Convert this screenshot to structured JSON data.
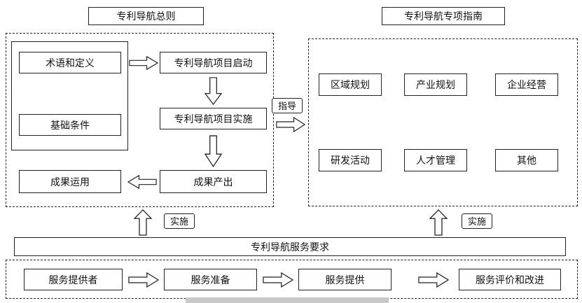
{
  "titles": {
    "general": "专利导航总则",
    "special": "专利导航专项指南"
  },
  "general_flow": {
    "terms": "术语和定义",
    "basic_conditions": "基础条件",
    "project_start": "专利导航项目启动",
    "project_implementation": "专利导航项目实施",
    "result_output": "成果产出",
    "result_application": "成果运用"
  },
  "connectors": {
    "guide_label": "指导",
    "implement_label_left": "实施",
    "implement_label_right": "实施"
  },
  "special_guide": {
    "items": [
      {
        "label": "区域规划"
      },
      {
        "label": "产业规划"
      },
      {
        "label": "企业经营"
      },
      {
        "label": "研发活动"
      },
      {
        "label": "人才管理"
      },
      {
        "label": "其他"
      }
    ]
  },
  "service": {
    "requirements_bar": "专利导航服务要求",
    "flow": {
      "provider": "服务提供者",
      "preparation": "服务准备",
      "provision": "服务提供",
      "evaluation": "服务评价和改进"
    }
  }
}
